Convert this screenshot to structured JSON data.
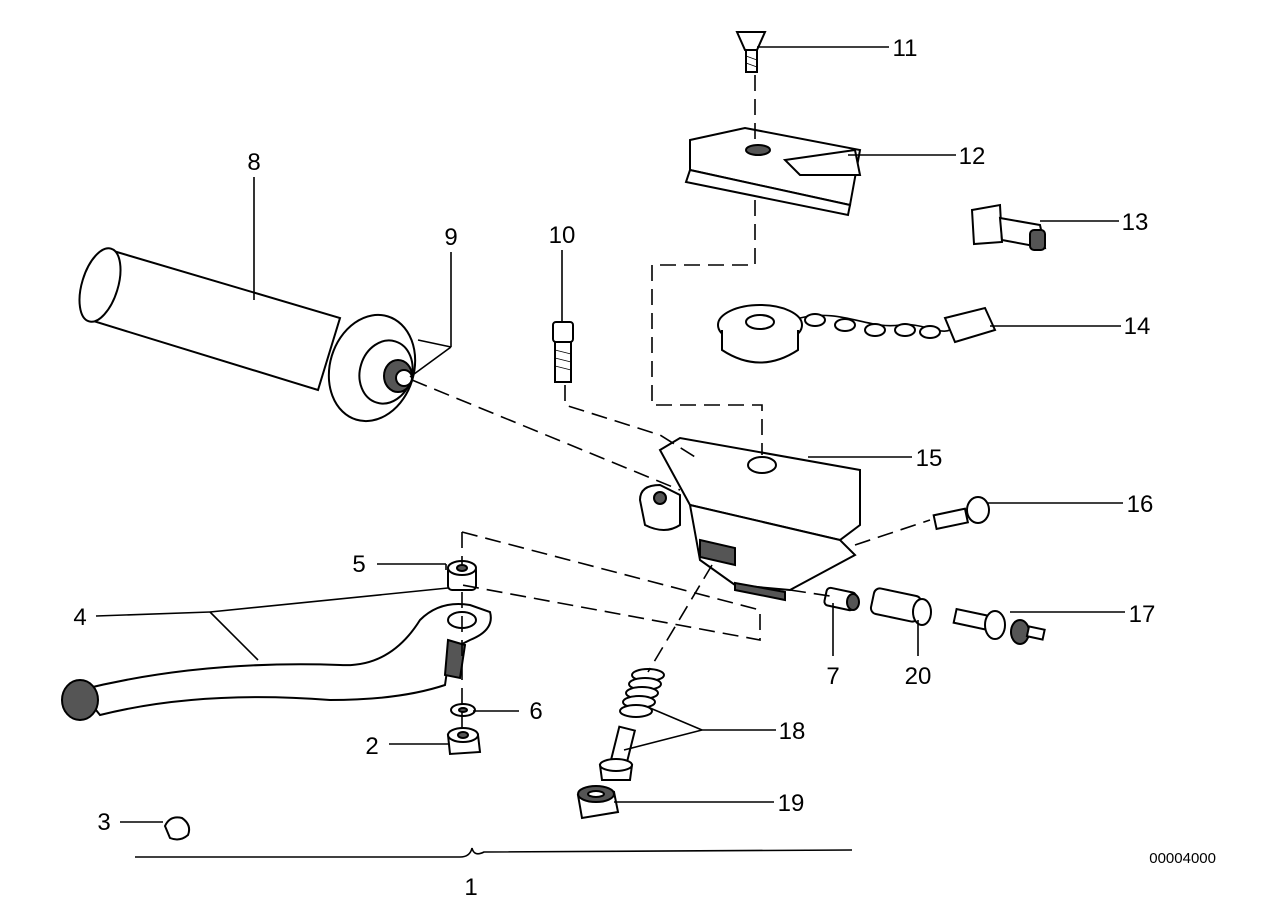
{
  "reference_number": "00004000",
  "callouts": {
    "c1": "1",
    "c2": "2",
    "c3": "3",
    "c4": "4",
    "c5": "5",
    "c6": "6",
    "c7": "7",
    "c8": "8",
    "c9": "9",
    "c10": "10",
    "c11": "11",
    "c12": "12",
    "c13": "13",
    "c14": "14",
    "c15": "15",
    "c16": "16",
    "c17": "17",
    "c18": "18",
    "c19": "19",
    "c20": "20"
  }
}
